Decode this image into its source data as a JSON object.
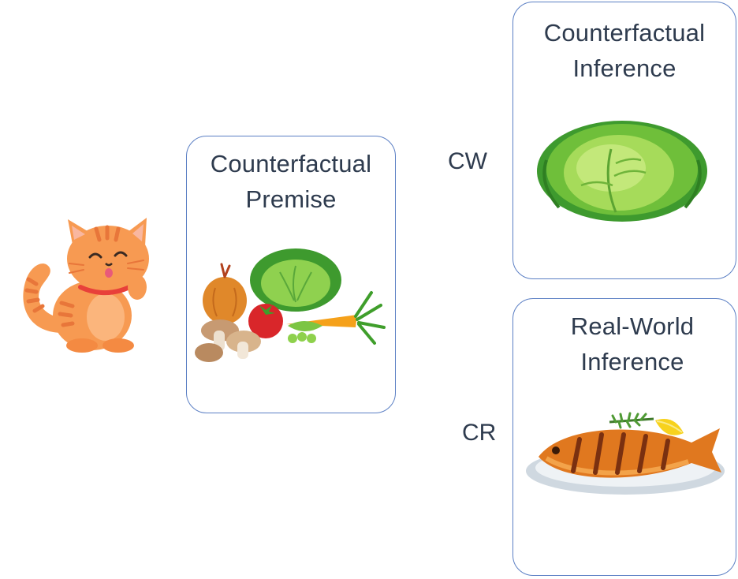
{
  "premise": {
    "title_line1": "Counterfactual",
    "title_line2": "Premise",
    "illustration": "vegetables-illustration"
  },
  "counterfactual_inference": {
    "title_line1": "Counterfactual",
    "title_line2": "Inference",
    "illustration": "cabbage-illustration"
  },
  "real_world_inference": {
    "title_line1": "Real-World",
    "title_line2": "Inference",
    "illustration": "grilled-fish-illustration"
  },
  "labels": {
    "cw": "CW",
    "cr": "CR"
  },
  "subject": {
    "illustration": "cat-illustration"
  },
  "colors": {
    "box_border": "#5b7fc4",
    "text": "#2e3b4e",
    "cat_orange": "#f79a52",
    "cabbage_green": "#8fd14f"
  }
}
